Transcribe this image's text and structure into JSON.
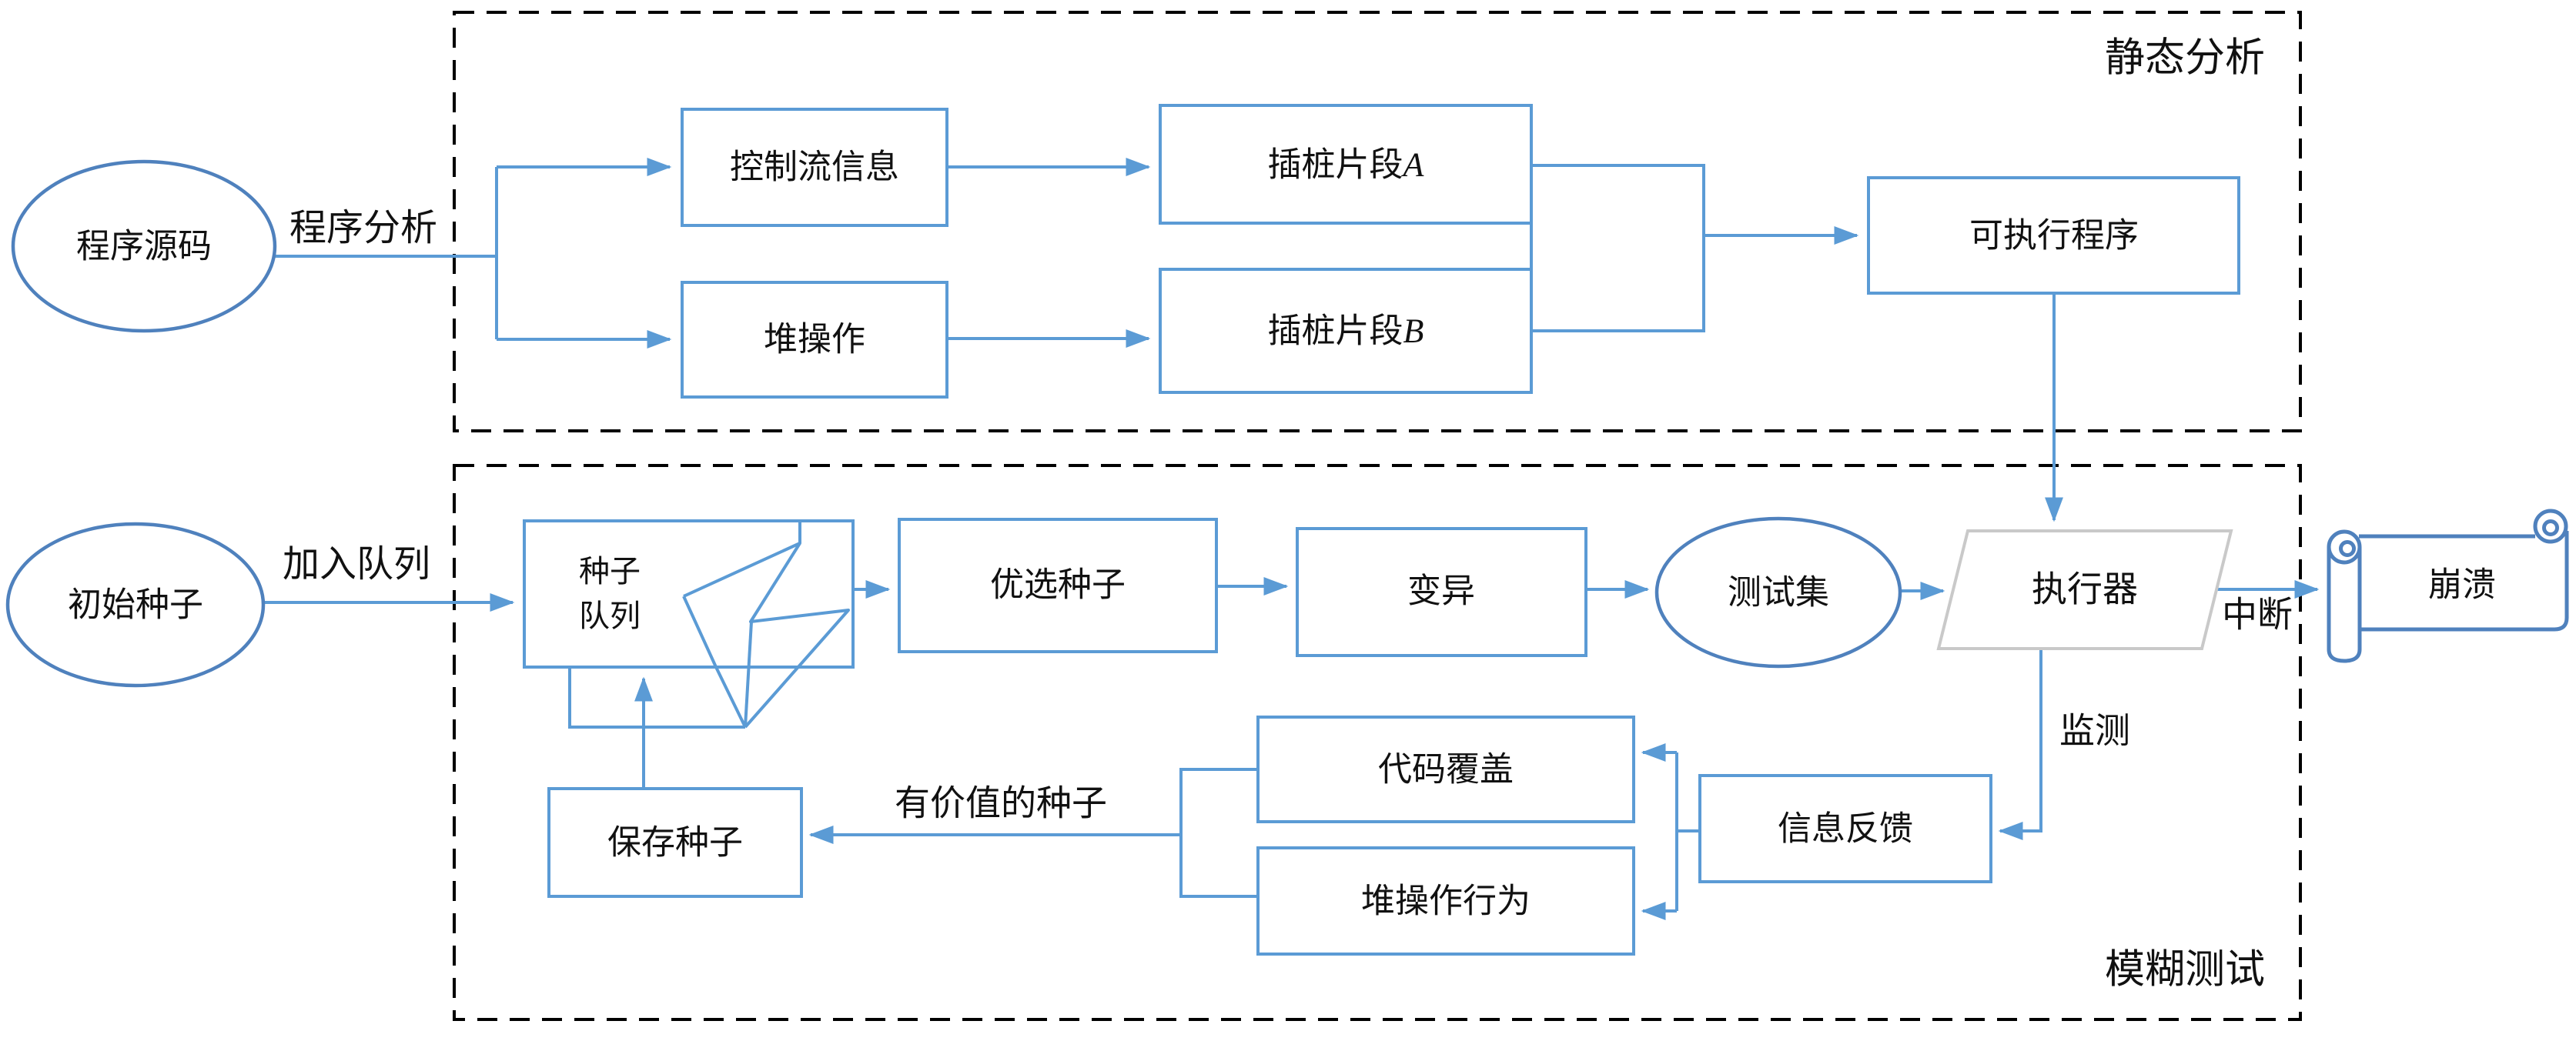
{
  "regions": {
    "static_analysis": {
      "label": "静态分析"
    },
    "fuzz_testing": {
      "label": "模糊测试"
    }
  },
  "nodes": {
    "program_source": {
      "label": "程序源码"
    },
    "control_flow_info": {
      "label": "控制流信息"
    },
    "heap_operations": {
      "label": "堆操作"
    },
    "instrumentation_a": {
      "label": "插桩片段",
      "suffix": "A"
    },
    "instrumentation_b": {
      "label": "插桩片段",
      "suffix": "B"
    },
    "executable_program": {
      "label": "可执行程序"
    },
    "initial_seed": {
      "label": "初始种子"
    },
    "seed_queue": {
      "line1": "种子",
      "line2": "队列"
    },
    "preferred_seed": {
      "label": "优选种子"
    },
    "mutation": {
      "label": "变异"
    },
    "test_set": {
      "label": "测试集"
    },
    "executor": {
      "label": "执行器"
    },
    "crash": {
      "label": "崩溃"
    },
    "info_feedback": {
      "label": "信息反馈"
    },
    "code_coverage": {
      "label": "代码覆盖"
    },
    "heap_behavior": {
      "label": "堆操作行为"
    },
    "save_seed": {
      "label": "保存种子"
    }
  },
  "edge_labels": {
    "program_analysis": {
      "label": "程序分析"
    },
    "join_queue": {
      "label": "加入队列"
    },
    "interrupt": {
      "label": "中断"
    },
    "monitor": {
      "label": "监测"
    },
    "valuable_seed": {
      "label": "有价值的种子"
    }
  },
  "colors": {
    "connector_blue": "#5B9BD5",
    "shape_outline_blue": "#4F81BD",
    "executor_gray": "#C9C9C9",
    "dashed_border": "#000000",
    "text": "#111111"
  }
}
